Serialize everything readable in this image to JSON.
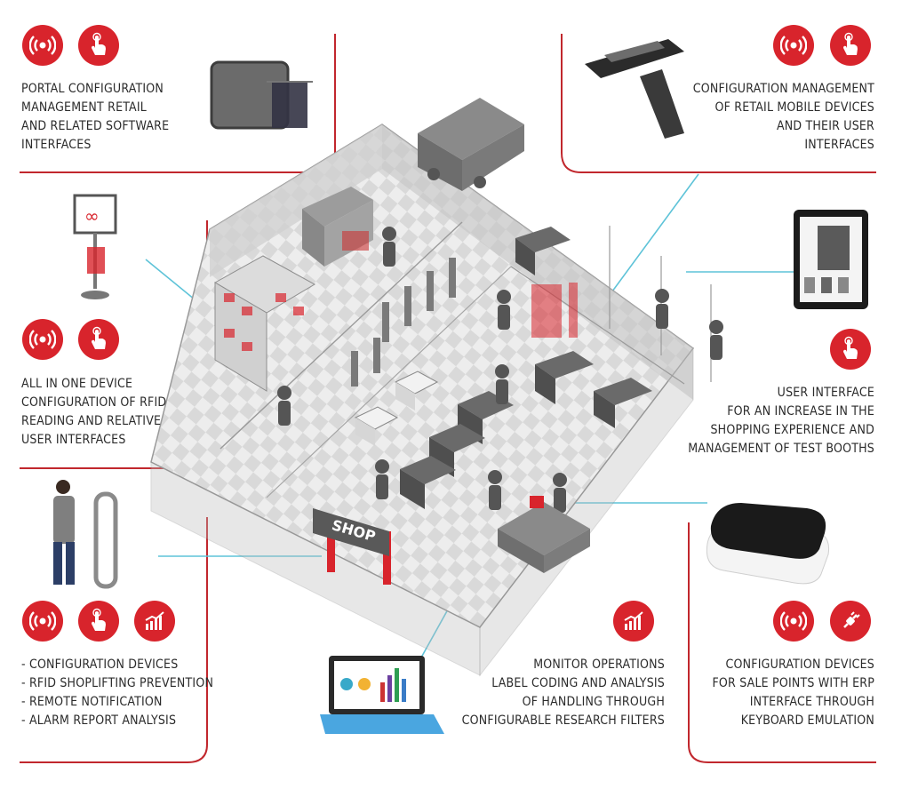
{
  "blocks": {
    "portal": {
      "lines": [
        "PORTAL CONFIGURATION",
        "MANAGEMENT RETAIL",
        "AND RELATED SOFTWARE",
        "INTERFACES"
      ],
      "icons": [
        "rfid-signal-icon",
        "touch-hand-icon"
      ]
    },
    "mobile": {
      "lines": [
        "CONFIGURATION MANAGEMENT",
        "OF RETAIL MOBILE DEVICES",
        "AND THEIR USER",
        "INTERFACES"
      ],
      "icons": [
        "rfid-signal-icon",
        "touch-hand-icon"
      ]
    },
    "allinone": {
      "lines": [
        "ALL IN ONE DEVICE",
        "CONFIGURATION OF RFID",
        "READING AND RELATIVE",
        "USER INTERFACES"
      ],
      "icons": [
        "rfid-signal-icon",
        "touch-hand-icon"
      ]
    },
    "ui": {
      "lines": [
        "USER INTERFACE",
        "FOR AN INCREASE IN THE",
        "SHOPPING EXPERIENCE AND",
        "MANAGEMENT OF TEST BOOTHS"
      ],
      "icons": [
        "touch-hand-icon"
      ]
    },
    "shoplifting": {
      "lines": [
        "- CONFIGURATION DEVICES",
        "- RFID SHOPLIFTING PREVENTION",
        "- REMOTE NOTIFICATION",
        "- ALARM REPORT ANALYSIS"
      ],
      "icons": [
        "rfid-signal-icon",
        "touch-hand-icon",
        "analytics-chart-icon"
      ]
    },
    "monitor": {
      "lines": [
        "MONITOR OPERATIONS",
        "LABEL CODING AND ANALYSIS",
        "OF HANDLING THROUGH",
        "CONFIGURABLE RESEARCH FILTERS"
      ],
      "icons": [
        "analytics-chart-icon"
      ]
    },
    "pos": {
      "lines": [
        "CONFIGURATION DEVICES",
        "FOR SALE POINTS WITH ERP",
        "INTERFACE THROUGH",
        "KEYBOARD EMULATION"
      ],
      "icons": [
        "rfid-signal-icon",
        "plug-connection-icon"
      ]
    }
  },
  "scene": {
    "shop_sign": "SHOP"
  },
  "colors": {
    "accent": "#d8242c",
    "frame_line": "#c1272d",
    "connector": "#5ec3d8",
    "floor": "#e4e4e4",
    "wall": "#c9c9c9"
  }
}
